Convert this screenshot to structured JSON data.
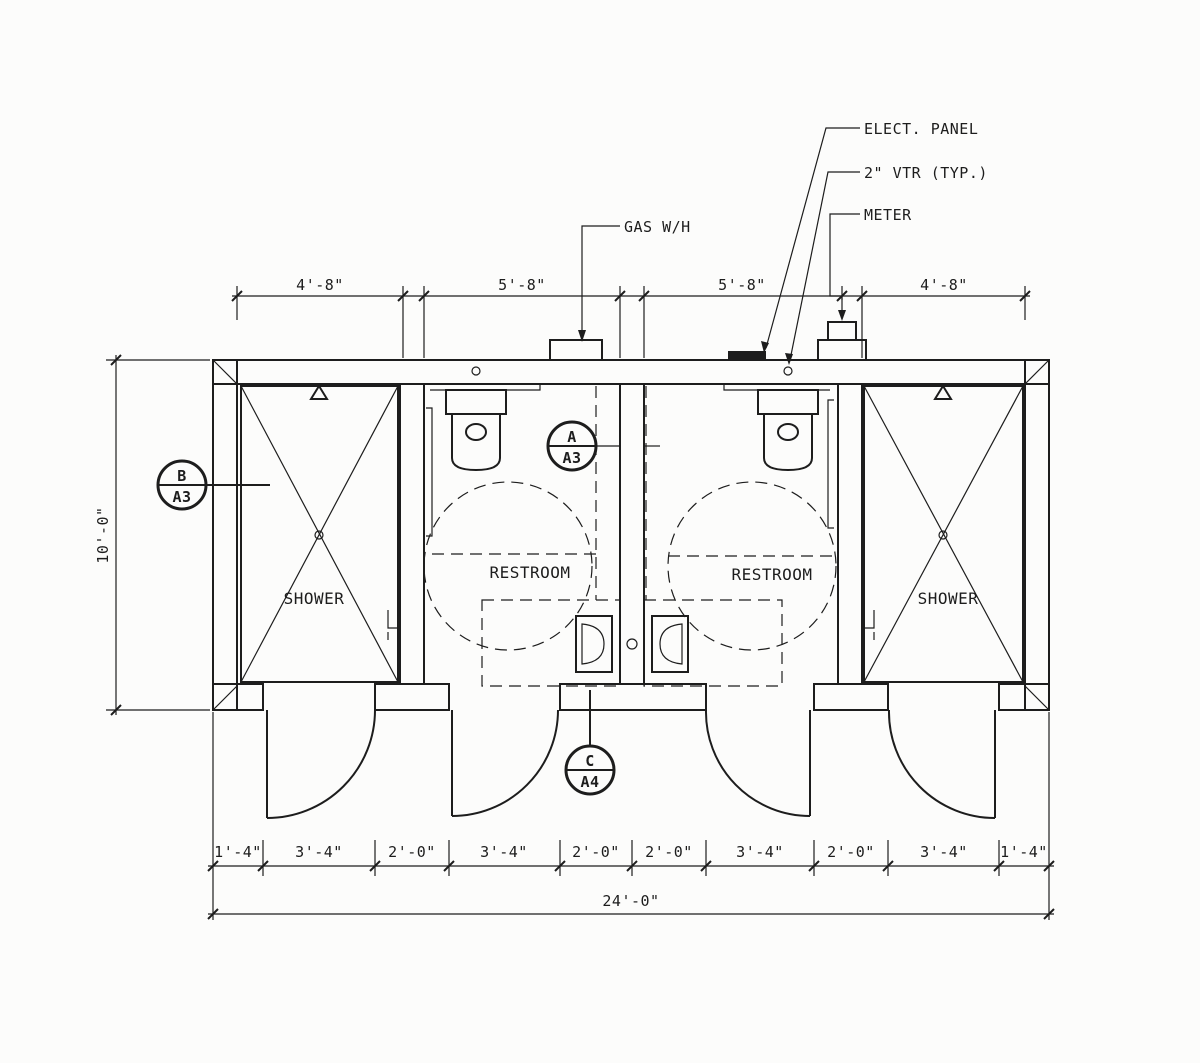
{
  "dimensions": {
    "top": [
      "4'-8\"",
      "5'-8\"",
      "5'-8\"",
      "4'-8\""
    ],
    "bottom": [
      "1'-4\"",
      "3'-4\"",
      "2'-0\"",
      "3'-4\"",
      "2'-0\"",
      "2'-0\"",
      "3'-4\"",
      "2'-0\"",
      "3'-4\"",
      "1'-4\""
    ],
    "overall_width": "24'-0\"",
    "overall_depth": "10'-0\""
  },
  "rooms": {
    "shower_left": "SHOWER",
    "restroom_left": "RESTROOM",
    "restroom_right": "RESTROOM",
    "shower_right": "SHOWER"
  },
  "callouts": {
    "elect_panel": "ELECT. PANEL",
    "vtr": "2\" VTR (TYP.)",
    "meter": "METER",
    "gas_wh": "GAS W/H"
  },
  "section_tags": {
    "a": {
      "letter": "A",
      "sheet": "A3"
    },
    "b": {
      "letter": "B",
      "sheet": "A3"
    },
    "c": {
      "letter": "C",
      "sheet": "A4"
    }
  }
}
